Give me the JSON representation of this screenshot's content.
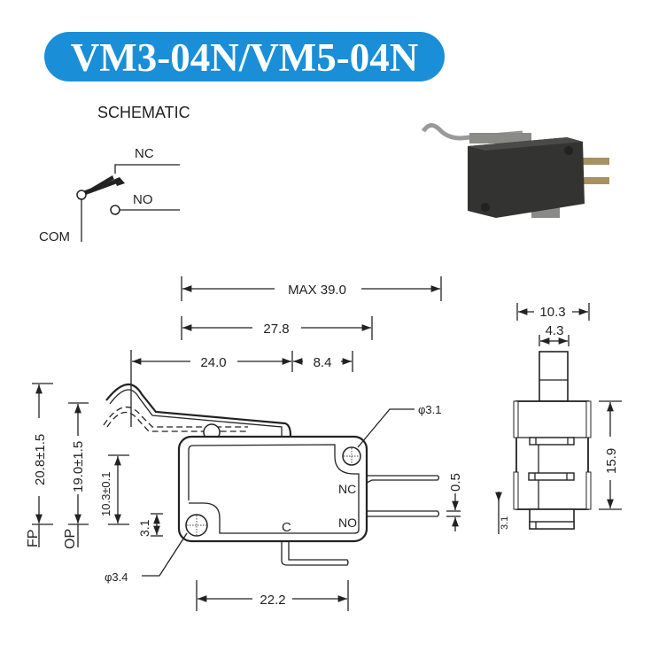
{
  "title": "VM3-04N/VM5-04N",
  "accent_color": "#1a8fd8",
  "schematic": {
    "heading": "SCHEMATIC",
    "nc": "NC",
    "no": "NO",
    "com": "COM"
  },
  "dimensions": {
    "max_length": "MAX 39.0",
    "length_27": "27.8",
    "lever_24": "24.0",
    "lever_8": "8.4",
    "fp_height": "20.8±1.5",
    "op_height": "19.0±1.5",
    "hole_height": "10.3±0.1",
    "hole_offset": "3.1",
    "hole_top_dia": "φ3.1",
    "hole_bottom_dia": "φ3.4",
    "terminal_thickness": "0.5",
    "hole_spacing": "22.2",
    "side_width": "10.3",
    "plunger_width": "4.3",
    "side_height": "15.9",
    "side_offset": "3.1"
  },
  "labels": {
    "fp": "FP",
    "op": "OP",
    "nc": "NC",
    "no": "NO",
    "c": "C"
  }
}
